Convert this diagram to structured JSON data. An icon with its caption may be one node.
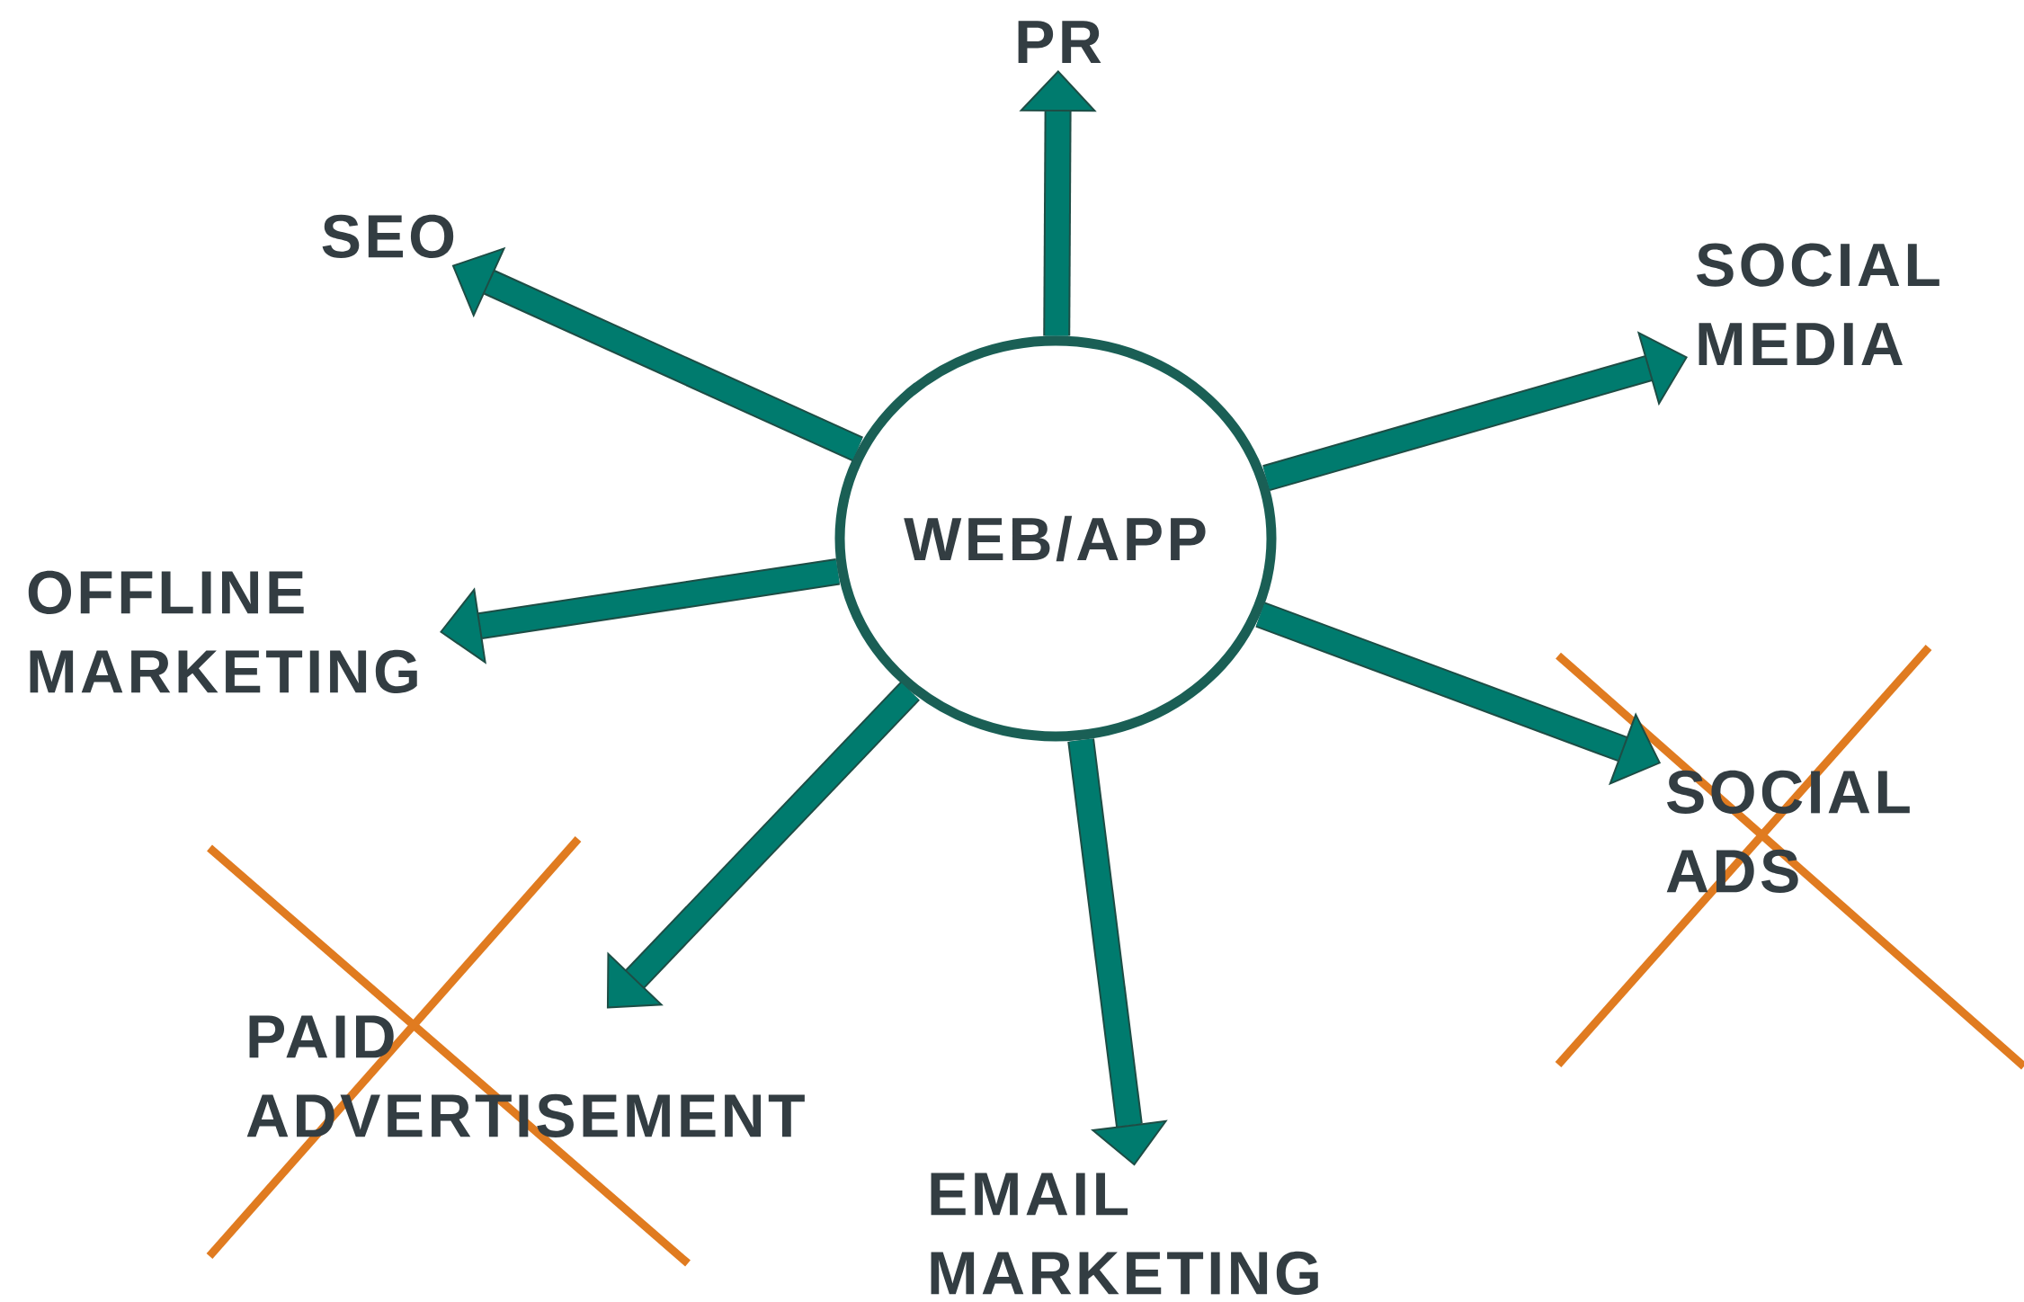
{
  "diagram": {
    "nodes": [
      {
        "text": [
          "WEB/APP"
        ]
      },
      {
        "text": [
          "PR"
        ]
      },
      {
        "text": [
          "SEO"
        ]
      },
      {
        "text": [
          "SOCIAL MEDIA"
        ]
      },
      {
        "text": [
          "OFFLINE MARKETING"
        ]
      },
      {
        "text": [
          "PAID ADVERTISEMENT"
        ]
      },
      {
        "text": [
          "EMAIL MARKETING"
        ]
      },
      {
        "text": [
          "SOCIAL ADS"
        ]
      }
    ],
    "edges": [
      {
        "from": 0,
        "to": 1,
        "arrow": "to"
      },
      {
        "from": 0,
        "to": 2,
        "arrow": "to"
      },
      {
        "from": 0,
        "to": 3,
        "arrow": "to"
      },
      {
        "from": 0,
        "to": 4,
        "arrow": "to"
      },
      {
        "from": 0,
        "to": 5,
        "arrow": "to"
      },
      {
        "from": 0,
        "to": 6,
        "arrow": "to"
      },
      {
        "from": 0,
        "to": 7,
        "arrow": "to"
      }
    ]
  }
}
